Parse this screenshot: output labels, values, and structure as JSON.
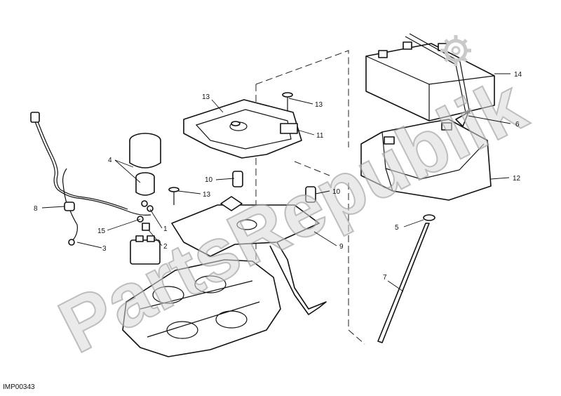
{
  "diagram": {
    "reference_code": "IMP00343",
    "watermark_text": "PartsRepublik",
    "callouts": [
      {
        "id": "c1",
        "label": "1"
      },
      {
        "id": "c2",
        "label": "2"
      },
      {
        "id": "c3",
        "label": "3"
      },
      {
        "id": "c4",
        "label": "4"
      },
      {
        "id": "c5",
        "label": "5"
      },
      {
        "id": "c6",
        "label": "6"
      },
      {
        "id": "c7",
        "label": "7"
      },
      {
        "id": "c8",
        "label": "8"
      },
      {
        "id": "c9",
        "label": "9"
      },
      {
        "id": "c10a",
        "label": "10"
      },
      {
        "id": "c10b",
        "label": "10"
      },
      {
        "id": "c11",
        "label": "11"
      },
      {
        "id": "c12",
        "label": "12"
      },
      {
        "id": "c13a",
        "label": "13"
      },
      {
        "id": "c13b",
        "label": "13"
      },
      {
        "id": "c13c",
        "label": "13"
      },
      {
        "id": "c14",
        "label": "14"
      },
      {
        "id": "c15",
        "label": "15"
      }
    ]
  }
}
